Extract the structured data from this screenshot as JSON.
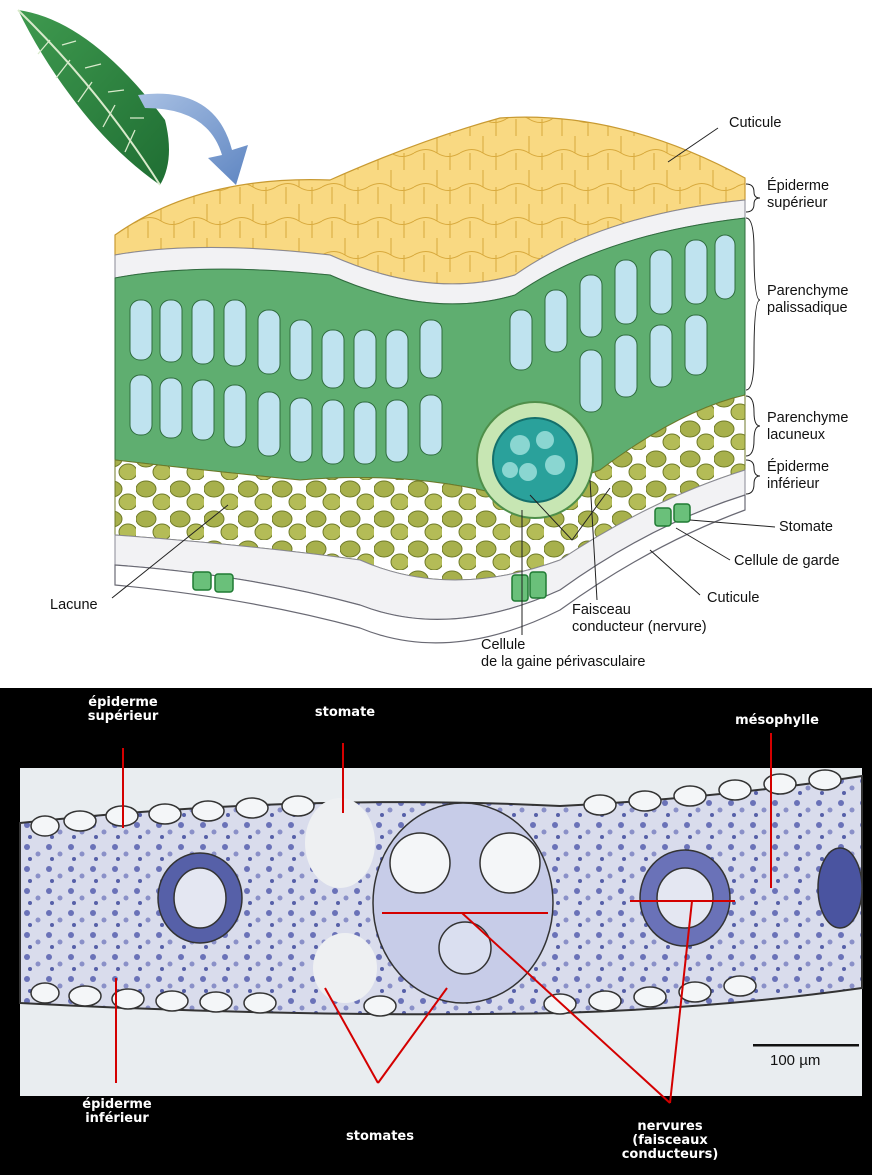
{
  "top_labels": {
    "cuticle_top": "Cuticule",
    "upper_epidermis": "Épiderme\nsupérieur",
    "palisade": "Parenchyme\npalissadique",
    "spongy": "Parenchyme\nlacuneux",
    "lower_epidermis": "Épiderme\ninférieur",
    "stomate": "Stomate",
    "guard_cell": "Cellule de garde",
    "cuticle_bottom": "Cuticule",
    "vascular_bundle": "Faisceau\nconducteur (nervure)",
    "sheath_cell": "Cellule\nde la gaine périvasculaire",
    "lacune": "Lacune"
  },
  "photo_labels": {
    "upper_epidermis": "épiderme\nsupérieur",
    "stomate": "stomate",
    "mesophyll": "mésophylle",
    "lower_epidermis": "épiderme\ninférieur",
    "stomates": "stomates",
    "veins": "nervures\n(faisceaux\nconducteurs)",
    "scale": "100 µm"
  },
  "colors": {
    "cuticle": "#f9d982",
    "palisade": "#5fae70",
    "spongy": "#a7b04c",
    "bundle": "#2aa19b",
    "photo_bg": "#e9edf0",
    "pointer_red": "#d40000",
    "arrow": "#7ea0cf"
  }
}
